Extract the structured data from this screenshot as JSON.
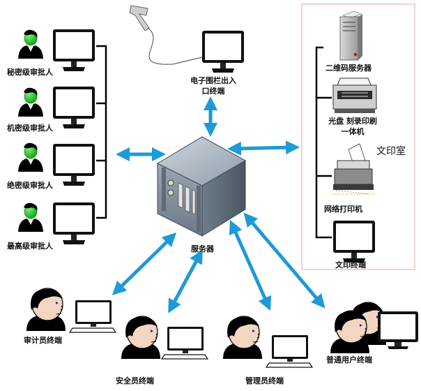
{
  "left_approvers": [
    {
      "label": "秘密级审批人"
    },
    {
      "label": "机密级审批人"
    },
    {
      "label": "绝密级审批人"
    },
    {
      "label": "最高级审批人"
    }
  ],
  "server": {
    "label": "服务器"
  },
  "fence_terminal": {
    "line1": "电子围栏出入",
    "line2": "口终端"
  },
  "print_room": {
    "title": "文印室",
    "qr_server": "二维码服务器",
    "burner_line1": "光盘 刻录印刷",
    "burner_line2": "一体机",
    "network_printer": "网络打印机",
    "print_terminal": "文印终端"
  },
  "bottom_terminals": [
    {
      "label": "审计员终端"
    },
    {
      "label": "安全员终端"
    },
    {
      "label": "管理员终端"
    },
    {
      "label": "普通用户终端"
    }
  ],
  "colors": {
    "arrow": "#1e9ad6",
    "head_green": "#22cc22",
    "face_skin": "#f2d6c2",
    "hair": "#000000",
    "room_border": "#e8b5b5"
  }
}
